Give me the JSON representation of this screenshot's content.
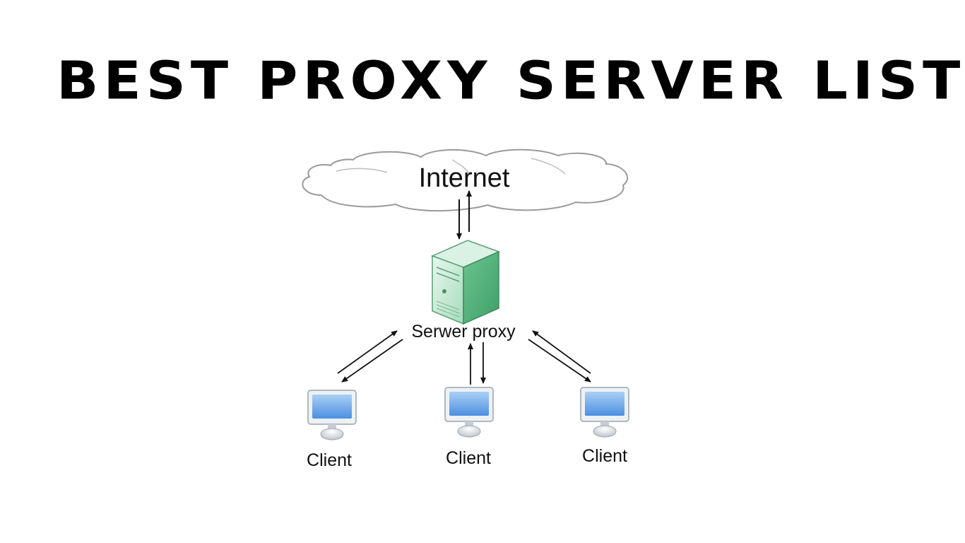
{
  "title": "BEST PROXY SERVER LIST",
  "diagram": {
    "internet": {
      "label": "Internet",
      "icon": "cloud-icon"
    },
    "proxy": {
      "label": "Serwer proxy",
      "icon": "server-tower-icon",
      "color": "#7fcf9f"
    },
    "clients": [
      {
        "label": "Client",
        "icon": "desktop-computer-icon"
      },
      {
        "label": "Client",
        "icon": "desktop-computer-icon"
      },
      {
        "label": "Client",
        "icon": "desktop-computer-icon"
      }
    ],
    "screen_color": "#6fa8e8"
  }
}
